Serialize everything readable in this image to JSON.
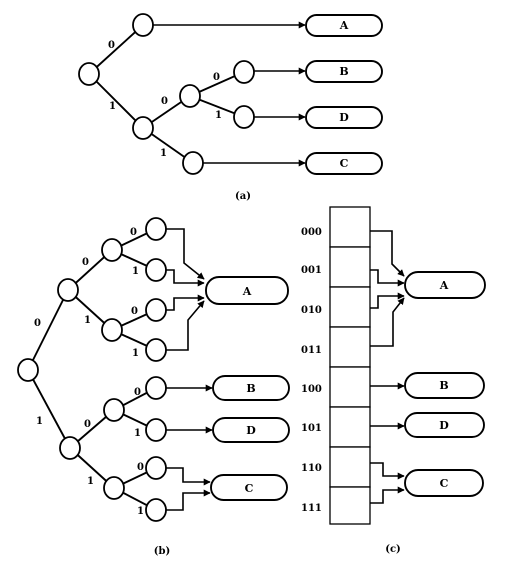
{
  "symbols": {
    "a": "A",
    "b": "B",
    "c": "C",
    "d": "D"
  },
  "bits": {
    "zero": "0",
    "one": "1"
  },
  "captions": {
    "a": "(a)",
    "b": "(b)",
    "c": "(c)"
  },
  "table_addresses": [
    "000",
    "001",
    "010",
    "011",
    "100",
    "101",
    "110",
    "111"
  ]
}
